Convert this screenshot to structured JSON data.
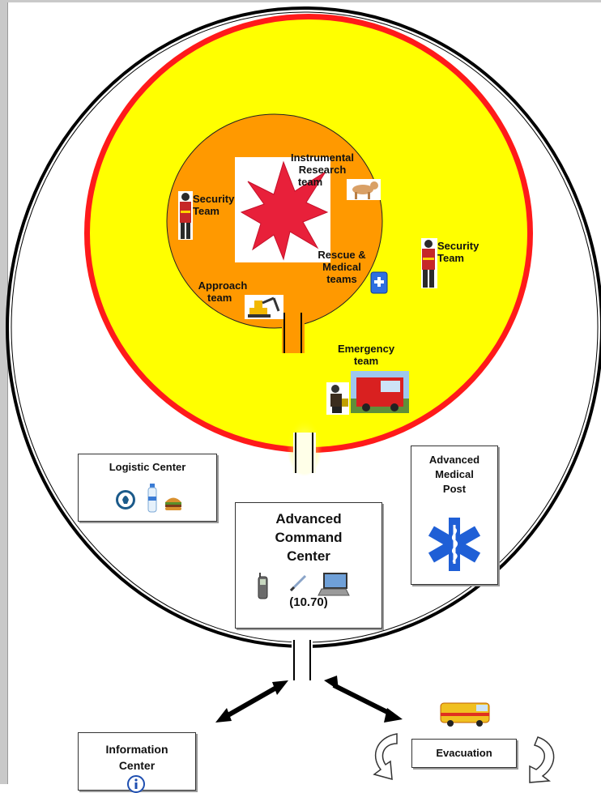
{
  "zones": {
    "inner_zone": {
      "instrumental_team": "Instrumental Research team",
      "instrumental_lines": [
        "Instrumental",
        "Research",
        "team"
      ],
      "security_left": [
        "Security",
        "Team"
      ],
      "rescue_lines": [
        "Rescue &",
        "Medical",
        "teams"
      ],
      "approach_lines": [
        "Approach",
        "team"
      ]
    },
    "middle_zone": {
      "security_right": [
        "Security",
        "Team"
      ],
      "emergency_lines": [
        "Emergency",
        "team"
      ]
    }
  },
  "centers": {
    "logistic": {
      "title": "Logistic Center",
      "icons": [
        "lightbulb-icon",
        "water-bottle-icon",
        "burger-icon"
      ]
    },
    "medical_post": {
      "lines": [
        "Advanced",
        "Medical",
        "Post"
      ],
      "icon": "star-of-life-icon"
    },
    "command": {
      "lines": [
        "Advanced",
        "Command",
        "Center"
      ],
      "code": "(10.70)",
      "icons": [
        "mobile-phone-icon",
        "pen-icon",
        "laptop-icon"
      ]
    },
    "information": {
      "lines": [
        "Information",
        "Center"
      ],
      "icon": "info-icon"
    },
    "evacuation": {
      "title": "Evacuation",
      "icon": "ambulance-icon"
    }
  },
  "colors": {
    "outer_line": "#000000",
    "red_ring": "#ff1a1a",
    "yellow_zone": "#ffff00",
    "orange_zone": "#ff9900",
    "explosion": "#e8203a",
    "medical_blue": "#1f5fd6"
  }
}
